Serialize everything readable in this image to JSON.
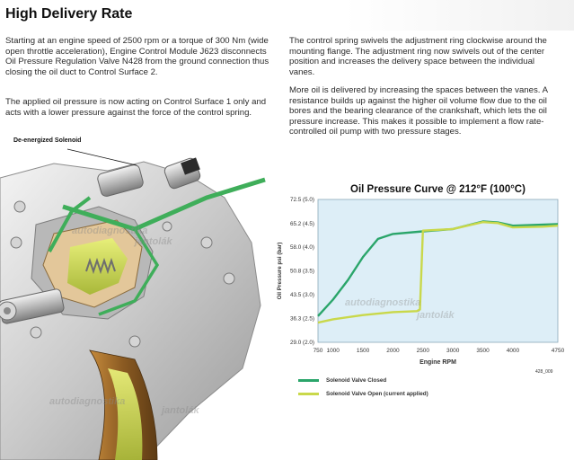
{
  "page": {
    "title": "High Delivery Rate",
    "paragraphs": [
      "Starting at an engine speed of 2500 rpm or a torque of 300 Nm (wide open throttle acceleration), Engine Control Module J623 disconnects Oil Pressure Regulation Valve N428 from the ground connection thus closing the oil duct to Control Surface 2.",
      "The applied oil pressure is now acting on Control Surface 1 only and acts with a lower pressure against the force of the control spring.",
      "The control spring swivels the adjustment ring clockwise around the mounting flange. The adjustment ring now swivels out of the center position and increases the delivery space between the individual vanes.",
      "More oil is delivered by increasing the spaces between the vanes. A resistance builds up against the higher oil volume flow due to the oil bores and the bearing clearance of the crankshaft, which lets the oil pressure increase. This makes it possible to implement a flow rate-controlled oil pump with two pressure stages."
    ],
    "callout": "De-energized Solenoid",
    "figure_code": "428_009",
    "watermark_lines": [
      "autodiagnostika",
      "jantolák"
    ]
  },
  "colors": {
    "closed": "#2aa56a",
    "open": "#c9d84a",
    "plot_bg": "#ddeef7",
    "title_text": "#111111"
  },
  "chart_data": {
    "type": "line",
    "title": "Oil Pressure Curve @ 212°F (100°C)",
    "xlabel": "Engine RPM",
    "ylabel": "Oil Pressure psi (bar)",
    "xlim": [
      750,
      4750
    ],
    "ylim": [
      29.0,
      72.5
    ],
    "x_ticks": [
      "750",
      "1000",
      "1500",
      "2000",
      "2500",
      "3000",
      "3500",
      "4000",
      "4750"
    ],
    "x_tick_values": [
      750,
      1000,
      1500,
      2000,
      2500,
      3000,
      3500,
      4000,
      4750
    ],
    "y_ticks": [
      "72.5 (5.0)",
      "65.2 (4.5)",
      "58.0 (4.0)",
      "50.8 (3.5)",
      "43.5 (3.0)",
      "36.3 (2.5)",
      "29.0 (2.0)"
    ],
    "y_tick_values": [
      72.5,
      65.2,
      58.0,
      50.8,
      43.5,
      36.3,
      29.0
    ],
    "grid": false,
    "legend_position": "bottom-left",
    "series": [
      {
        "name": "Solenoid Valve Closed",
        "color": "#2aa56a",
        "x": [
          750,
          1000,
          1250,
          1500,
          1750,
          2000,
          2500,
          3000,
          3500,
          3750,
          4000,
          4750
        ],
        "y": [
          37.0,
          42.0,
          48.0,
          55.0,
          60.5,
          62.0,
          62.8,
          63.5,
          65.8,
          65.5,
          64.5,
          65.0
        ]
      },
      {
        "name": "Solenoid Valve Open (current applied)",
        "color": "#c9d84a",
        "x": [
          750,
          1000,
          1500,
          2000,
          2400,
          2450,
          2500,
          3000,
          3500,
          3750,
          4000,
          4500,
          4750
        ],
        "y": [
          35.0,
          36.0,
          37.3,
          38.2,
          38.5,
          39.0,
          63.0,
          63.5,
          65.6,
          65.3,
          64.0,
          64.2,
          64.5
        ]
      }
    ]
  }
}
